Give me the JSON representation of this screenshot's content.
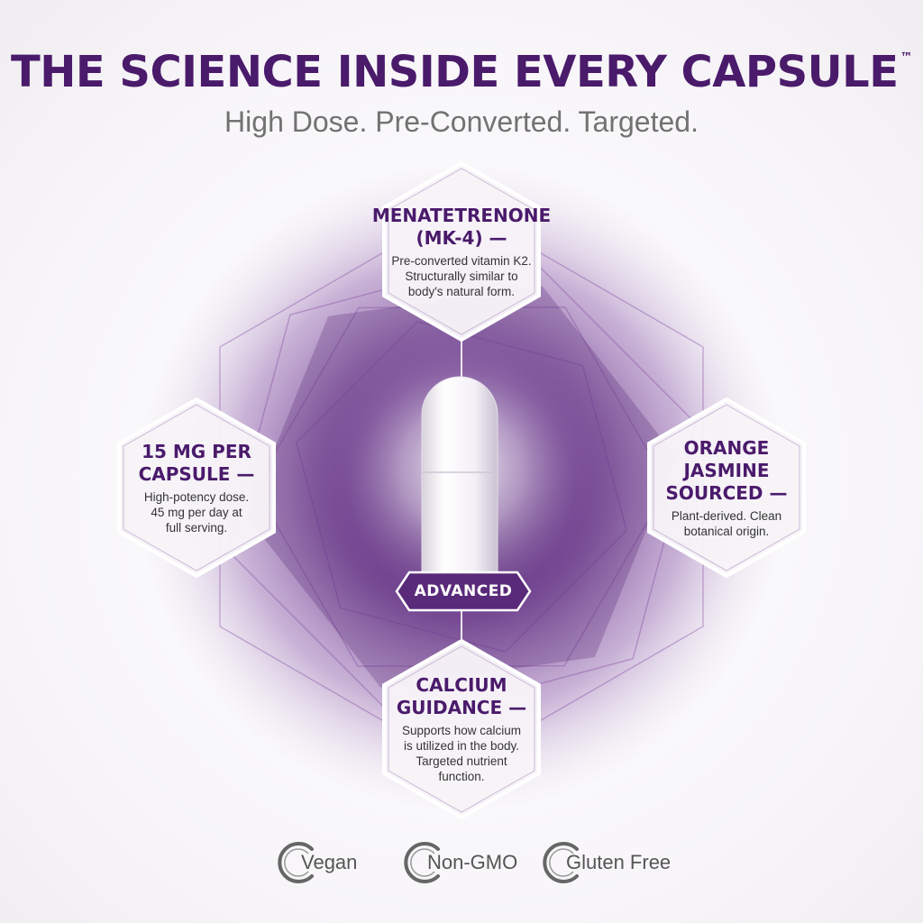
{
  "header": {
    "title": "THE SCIENCE INSIDE EVERY CAPSULE",
    "title_mark": "™",
    "subtitle": "High Dose. Pre-Converted. Targeted."
  },
  "cards": {
    "top": {
      "heading": "MENATETRENONE\n(MK-4) —",
      "body": "Pre-converted vitamin K2.\nStructurally similar to\nbody's natural form."
    },
    "left": {
      "heading": "15 MG PER\nCAPSULE —",
      "body": "High-potency dose.\n45 mg per day at\nfull serving."
    },
    "right": {
      "heading": "ORANGE\nJASMINE\nSOURCED —",
      "body": "Plant-derived. Clean\nbotanical origin."
    },
    "bottom": {
      "heading": "CALCIUM\nGUIDANCE —",
      "body": "Supports how calcium\nis utilized in the body.\nTargeted nutrient\nfunction."
    }
  },
  "capsule": {
    "badge_label": "ADVANCED"
  },
  "certifications": [
    {
      "label": "Vegan",
      "icon": "certification-ring-icon"
    },
    {
      "label": "Non-GMO",
      "icon": "certification-ring-icon"
    },
    {
      "label": "Gluten Free",
      "icon": "certification-ring-icon"
    }
  ],
  "colors": {
    "brand_purple": "#4a1a6b",
    "aura_purple": "#5b2580",
    "subtitle_gray": "#727272",
    "cert_gray": "#555555",
    "badge_fill": "#5a2a7a"
  }
}
